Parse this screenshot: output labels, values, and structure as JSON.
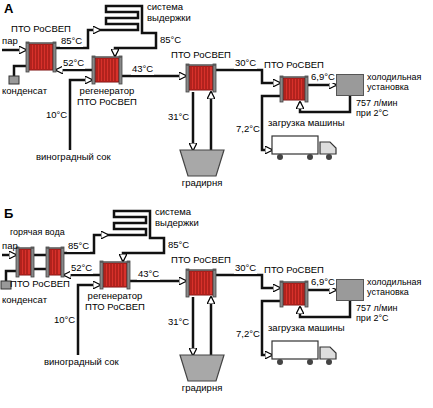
{
  "diagram": {
    "nodes": [
      {
        "text": [
          "ПТО РоСВЕП"
        ]
      },
      {
        "text": [
          "система выдержки"
        ]
      },
      {
        "text": [
          "регенератор ПТО РоСВЕП"
        ]
      },
      {
        "text": [
          "ПТО РоСВЕП"
        ]
      },
      {
        "text": [
          "ПТО РоСВЕП"
        ]
      },
      {
        "text": [
          "градирня"
        ]
      },
      {
        "text": [
          "холодильная установка"
        ]
      },
      {
        "text": [
          "ПТО РоСВЕП"
        ]
      },
      {
        "text": [
          "система выдержки"
        ]
      },
      {
        "text": [
          "регенератор ПТО РоСВЕП"
        ]
      },
      {
        "text": [
          "ПТО РоСВЕП"
        ]
      },
      {
        "text": [
          "ПТО РоСВЕП"
        ]
      },
      {
        "text": [
          "градирня"
        ]
      },
      {
        "text": [
          "холодильная установка"
        ]
      }
    ],
    "edges": [
      {
        "from": 0,
        "to": 1,
        "label": "85°C",
        "arrow": "to"
      },
      {
        "from": 1,
        "to": 2,
        "label": "85°C",
        "arrow": "to"
      },
      {
        "from": 2,
        "to": 0,
        "label": "52°C",
        "arrow": "to"
      },
      {
        "from": 2,
        "to": 3,
        "label": "43°C",
        "arrow": "to"
      },
      {
        "from": 3,
        "to": 4,
        "label": "30°C",
        "arrow": "to"
      },
      {
        "from": 3,
        "to": 5,
        "label": "31°C",
        "arrow": "to"
      },
      {
        "from": 5,
        "to": 3,
        "arrow": "to"
      },
      {
        "from": 4,
        "to": 6,
        "label": "6,9°C",
        "arrow": "to"
      },
      {
        "from": 6,
        "to": 4,
        "arrow": "to"
      },
      {
        "from": 7,
        "to": 8,
        "label": "85°C",
        "arrow": "to"
      },
      {
        "from": 8,
        "to": 9,
        "label": "85°C",
        "arrow": "to"
      },
      {
        "from": 9,
        "to": 7,
        "label": "52°C",
        "arrow": "to"
      },
      {
        "from": 9,
        "to": 10,
        "label": "43°C",
        "arrow": "to"
      },
      {
        "from": 10,
        "to": 11,
        "label": "30°C",
        "arrow": "to"
      },
      {
        "from": 10,
        "to": 12,
        "label": "31°C",
        "arrow": "to"
      },
      {
        "from": 12,
        "to": 10,
        "arrow": "to"
      },
      {
        "from": 11,
        "to": 13,
        "label": "6,9°C",
        "arrow": "to"
      },
      {
        "from": 13,
        "to": 11,
        "arrow": "to"
      }
    ],
    "labels": [
      "А",
      "пар",
      "конденсат",
      "10°C",
      "виноградный сок",
      "загрузка машины",
      "7,2°C",
      "757 л/мин при 2°C",
      "Б",
      "пар",
      "конденсат",
      "горячая вода",
      "10°C",
      "виноградный сок",
      "загрузка машины",
      "7,2°C",
      "757 л/мин при 2°C"
    ]
  }
}
